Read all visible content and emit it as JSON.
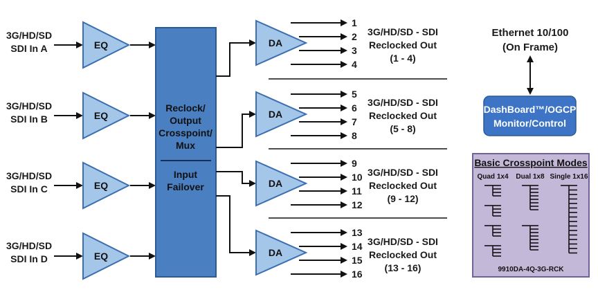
{
  "inputs": [
    {
      "line1": "3G/HD/SD",
      "line2": "SDI In A"
    },
    {
      "line1": "3G/HD/SD",
      "line2": "SDI In B"
    },
    {
      "line1": "3G/HD/SD",
      "line2": "SDI In C"
    },
    {
      "line1": "3G/HD/SD",
      "line2": "SDI In D"
    }
  ],
  "eq_label": "EQ",
  "da_label": "DA",
  "crosspoint": {
    "lines": [
      "Reclock/",
      "Output",
      "Crosspoint/",
      "Mux"
    ],
    "failover_lines": [
      "Input",
      "Failover"
    ]
  },
  "outputs": [
    {
      "ports": [
        "1",
        "2",
        "3",
        "4"
      ],
      "line1": "3G/HD/SD - SDI",
      "line2": "Reclocked Out",
      "line3": "(1 - 4)"
    },
    {
      "ports": [
        "5",
        "6",
        "7",
        "8"
      ],
      "line1": "3G/HD/SD - SDI",
      "line2": "Reclocked Out",
      "line3": "(5 - 8)"
    },
    {
      "ports": [
        "9",
        "10",
        "11",
        "12"
      ],
      "line1": "3G/HD/SD - SDI",
      "line2": "Reclocked Out",
      "line3": "(9 - 12)"
    },
    {
      "ports": [
        "13",
        "14",
        "15",
        "16"
      ],
      "line1": "3G/HD/SD - SDI",
      "line2": "Reclocked Out",
      "line3": "(13 - 16)"
    }
  ],
  "ethernet": {
    "line1": "Ethernet 10/100",
    "line2": "(On Frame)"
  },
  "control": {
    "line1": "DashBoard™/OGCP",
    "line2": "Monitor/Control"
  },
  "modes": {
    "title": "Basic Crosspoint Modes",
    "columns": [
      "Quad 1x4",
      "Dual 1x8",
      "Single 1x16"
    ],
    "part_number": "9910DA-4Q-3G-RCK"
  },
  "colors": {
    "block_fill": "#a4c6e8",
    "block_stroke": "#3c6fb0",
    "crosspoint_fill": "#4a7fc1",
    "crosspoint_stroke": "#2c5a96",
    "control_fill": "#3d74c6",
    "modes_fill": "#c3b8d8",
    "modes_stroke": "#6f6294"
  }
}
